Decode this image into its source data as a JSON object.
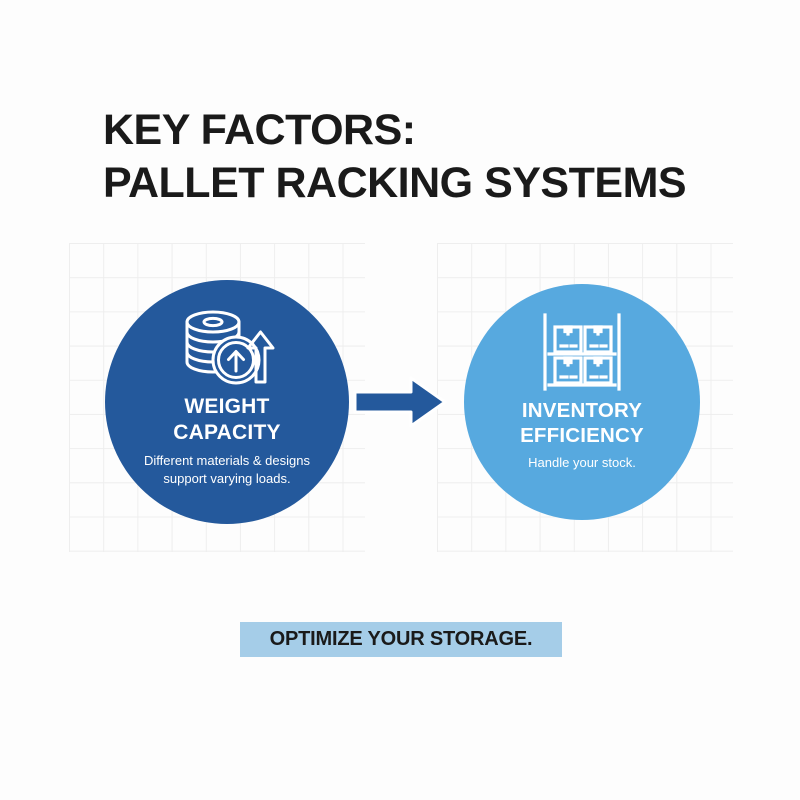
{
  "title": {
    "line1": "KEY FACTORS:",
    "line2": "PALLET RACKING SYSTEMS"
  },
  "factors": [
    {
      "id": "weight-capacity",
      "icon": "coin-stack-up-arrow-icon",
      "heading_line1": "WEIGHT",
      "heading_line2": "CAPACITY",
      "description": "Different materials & designs support varying loads.",
      "color": "#24599C",
      "text_color": "#FFFFFF"
    },
    {
      "id": "inventory-efficiency",
      "icon": "warehouse-rack-boxes-icon",
      "heading_line1": "INVENTORY",
      "heading_line2": "EFFICIENCY",
      "description": "Handle your stock.",
      "color": "#57A9DF",
      "text_color": "#FFFFFF"
    }
  ],
  "flow": {
    "arrow_icon": "right-arrow-icon",
    "arrow_color": "#24599C"
  },
  "cta": {
    "label": "OPTIMIZE YOUR STORAGE.",
    "background_color": "#A5CDE8",
    "text_color": "#1A1A1A"
  },
  "background": {
    "page_color": "#FDFDFD",
    "grid_line_color": "#EEEEEE"
  }
}
